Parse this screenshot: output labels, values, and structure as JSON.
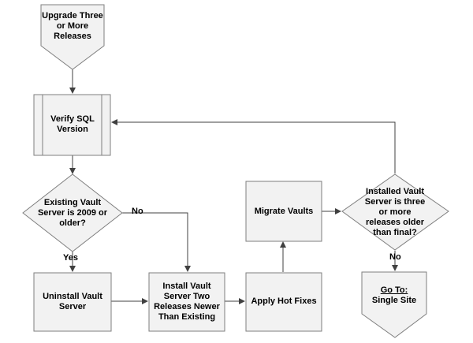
{
  "nodes": {
    "start": {
      "text": "Upgrade Three or More Releases"
    },
    "verify_sql": {
      "text": "Verify SQL Version"
    },
    "decision_existing": {
      "text": "Existing Vault Server is 2009 or older?"
    },
    "uninstall": {
      "text": "Uninstall Vault Server"
    },
    "install_two": {
      "text": "Install Vault Server Two Releases Newer Than Existing"
    },
    "apply_hotfix": {
      "text": "Apply Hot Fixes"
    },
    "migrate": {
      "text": "Migrate Vaults"
    },
    "decision_installed": {
      "text": "Installed Vault Server is three or more releases older than final?"
    },
    "goto": {
      "title": "Go To:",
      "text": "Single Site"
    }
  },
  "edges": {
    "yes": "Yes",
    "no_existing": "No",
    "no_installed": "No"
  },
  "colors": {
    "fill": "#f2f2f2",
    "stroke": "#7f7f7f",
    "connector": "#404040"
  }
}
